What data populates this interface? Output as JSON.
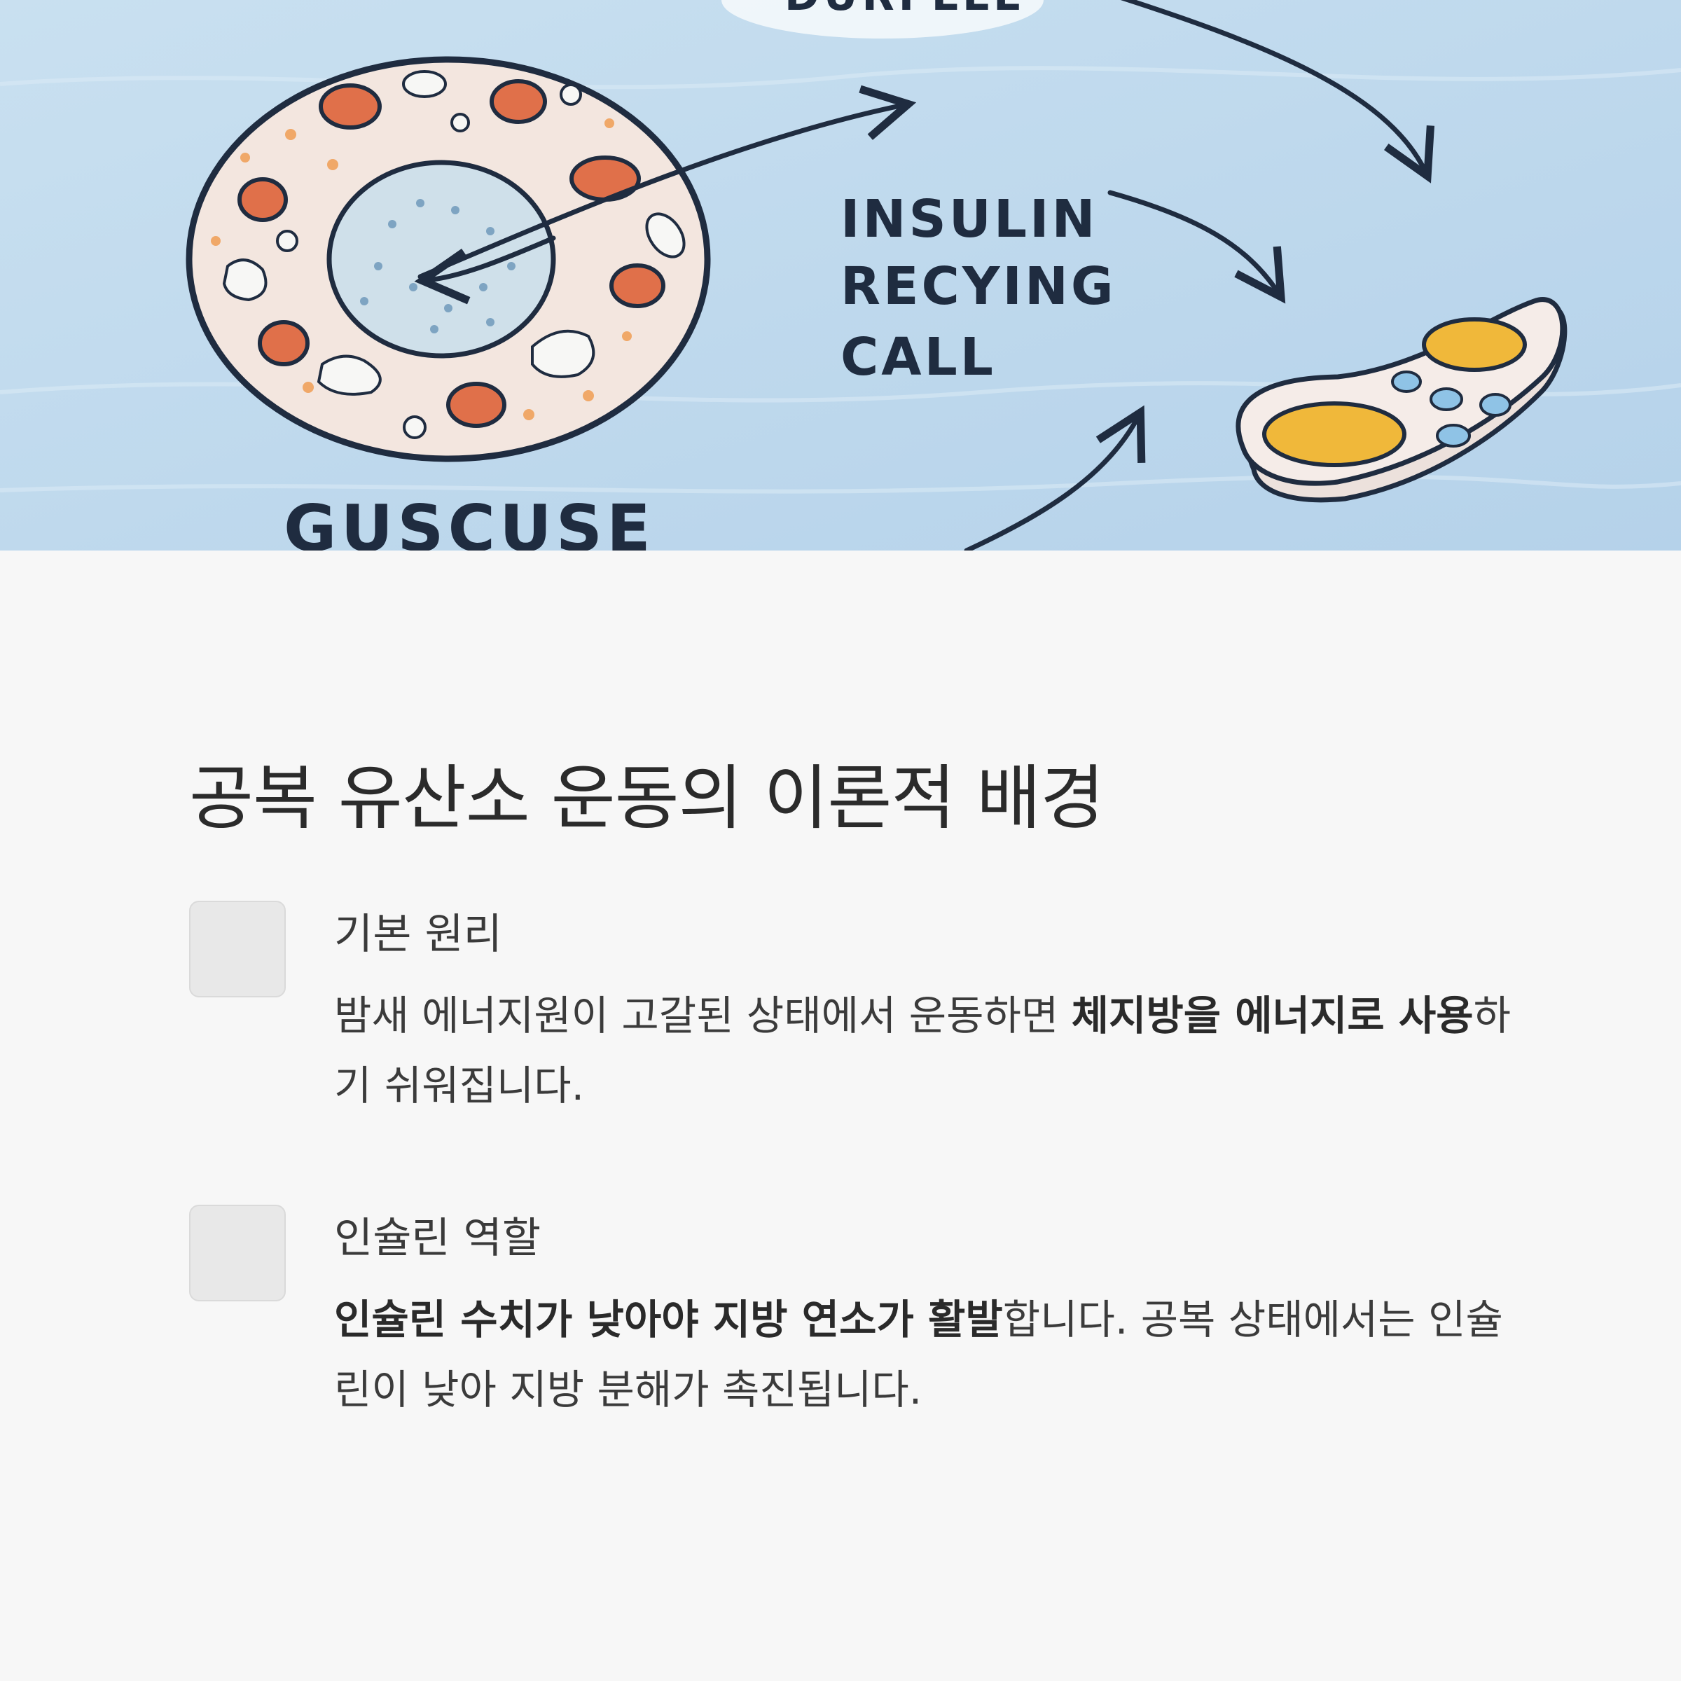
{
  "illustration": {
    "labels": {
      "top_partial": "DURFLLL",
      "middle": [
        "INSULIN",
        "RECYING",
        "CALL"
      ],
      "bottom": "GUSCUSE"
    },
    "colors": {
      "background": "#c4dcee",
      "cell_fill": "#f3e6df",
      "organelle": "#e0704a",
      "nucleus": "#cfe0ea",
      "ink": "#1f2c40",
      "yellow": "#f0b83a",
      "blue_dot": "#8fc3e6"
    }
  },
  "section": {
    "title": "공복 유산소 운동의 이론적 배경"
  },
  "items": [
    {
      "heading": "기본 원리",
      "text_before": "밤새 에너지원이 고갈된 상태에서 운동하면 ",
      "text_bold": "체지방을 에너지로 사용",
      "text_after": "하기 쉬워집니다."
    },
    {
      "heading": "인슐린 역할",
      "text_before": "",
      "text_bold": "인슐린 수치가 낮아야 지방 연소가 활발",
      "text_after": "합니다. 공복 상태에서는 인슐린이 낮아 지방 분해가 촉진됩니다."
    }
  ]
}
